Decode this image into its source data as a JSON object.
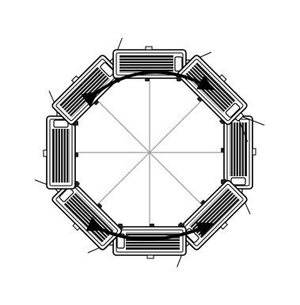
{
  "diagram": {
    "type": "projector-mounting-orientations",
    "projector_count": 8,
    "projector_angles_deg": [
      0,
      45,
      90,
      135,
      180,
      225,
      270,
      315
    ],
    "rotation_arrows": 2,
    "guide_circle": "dashed",
    "colors": {
      "stroke": "#000000",
      "body_fill": "#f2f2f2",
      "vent_fill": "#1a1a1a",
      "spoke": "#9a9a9a",
      "background": "#ffffff"
    },
    "icons": [
      "projector-icon",
      "curved-arrow-icon"
    ]
  }
}
